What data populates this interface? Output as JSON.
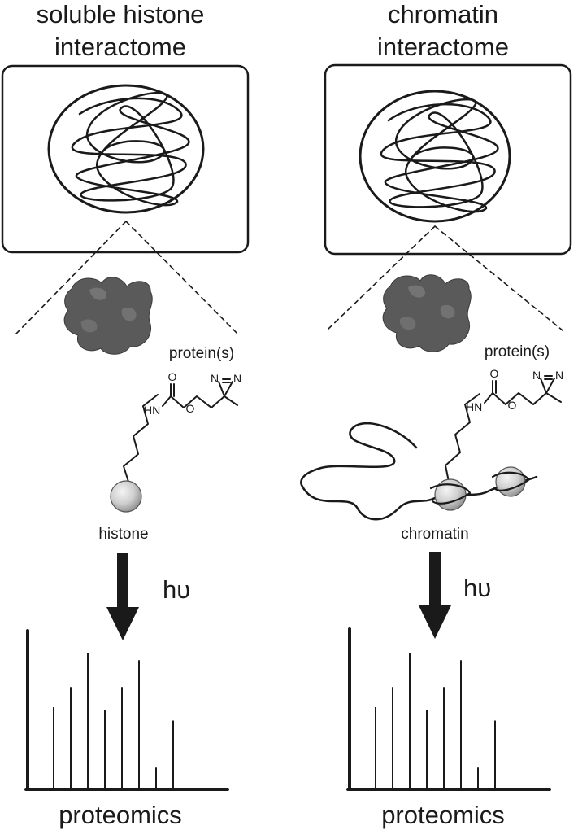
{
  "panels": [
    {
      "title_line1": "soluble histone",
      "title_line2": "interactome",
      "protein_label": "protein(s)",
      "substrate_label": "histone",
      "light_label": "hυ",
      "readout_label": "proteomics",
      "atoms": {
        "hn": "HN",
        "o_carbonyl": "O",
        "o_ester": "O",
        "n1": "N",
        "n2": "N"
      }
    },
    {
      "title_line1": "chromatin",
      "title_line2": "interactome",
      "protein_label": "protein(s)",
      "substrate_label": "chromatin",
      "light_label": "hυ",
      "readout_label": "proteomics",
      "atoms": {
        "hn": "HN",
        "o_carbonyl": "O",
        "o_ester": "O",
        "n1": "N",
        "n2": "N"
      }
    }
  ],
  "spectrum_peaks": [
    0.6,
    0.75,
    1.0,
    0.58,
    0.75,
    0.95,
    0.15,
    0.5
  ],
  "colors": {
    "ink": "#1a1a1a",
    "protein_fill": "#5a5a5a",
    "protein_highlight": "#8a8a8a",
    "bead_light": "#f4f4f4",
    "bead_dark": "#8c8c8c"
  }
}
